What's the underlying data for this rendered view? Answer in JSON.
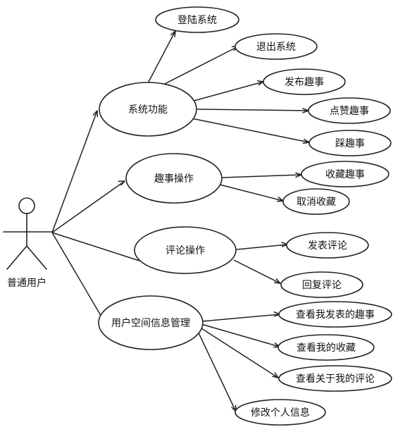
{
  "actor": {
    "label": "普通用户"
  },
  "use_cases": {
    "login": "登陆系统",
    "logout": "退出系统",
    "publish_fun": "发布趣事",
    "like_fun": "点赞趣事",
    "dislike_fun": "踩趣事",
    "collect_fun": "收藏趣事",
    "cancel_collect": "取消收藏",
    "post_comment": "发表评论",
    "reply_comment": "回复评论",
    "view_my_posts": "查看我发表的趣事",
    "view_my_collections": "查看我的收藏",
    "view_comments_on_me": "查看关于我的评论",
    "edit_profile": "修改个人信息"
  },
  "groups": {
    "system": "系统功能",
    "fun_ops": "趣事操作",
    "comment_ops": "评论操作",
    "user_space": "用户空间信息管理"
  }
}
